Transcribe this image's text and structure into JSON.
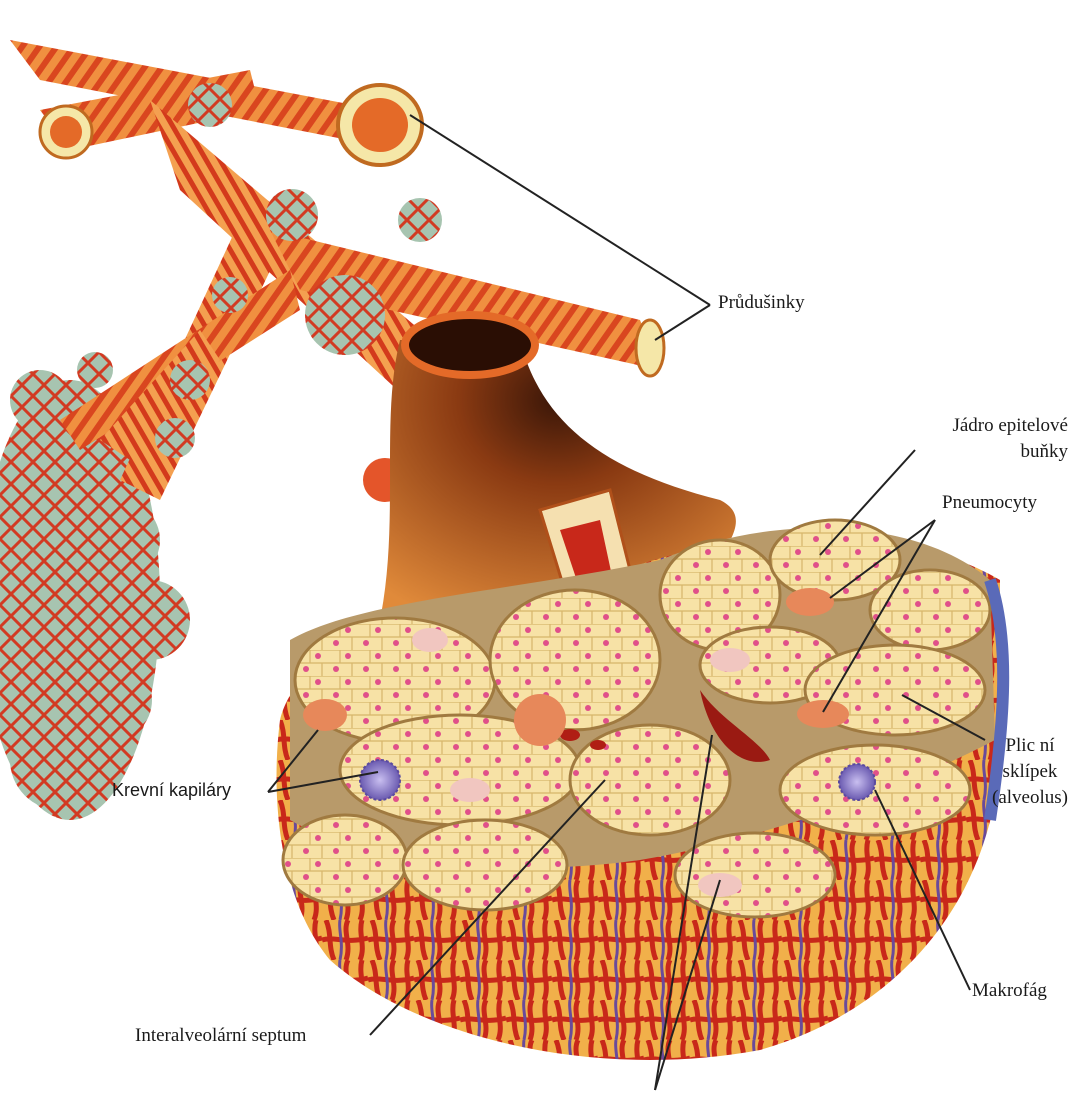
{
  "labels": {
    "bronchioles": "Průdušinky",
    "epithelial_nucleus_1": "Jádro epitelové",
    "epithelial_nucleus_2": "buňky",
    "pneumocytes": "Pneumocyty",
    "alveolus_1": "Plic ní",
    "alveolus_2": "sklípek",
    "alveolus_3": "(alveolus)",
    "capillaries": "Krevní kapiláry",
    "macrophage": "Makrofág",
    "septum": "Interalveolární septum"
  },
  "colors": {
    "tube_orange": "#e8742a",
    "muscle_red": "#d93a1e",
    "alveolus_cream": "#f6dfa8",
    "cell_yellow": "#f3c96a",
    "nucleus_pink": "#e0508a",
    "capillary_red": "#c8281a",
    "vein_purple": "#6a4a9a",
    "macrophage_purple": "#8a7ac8",
    "cluster_teal": "#8fb8a8",
    "leader_line": "#222222"
  }
}
